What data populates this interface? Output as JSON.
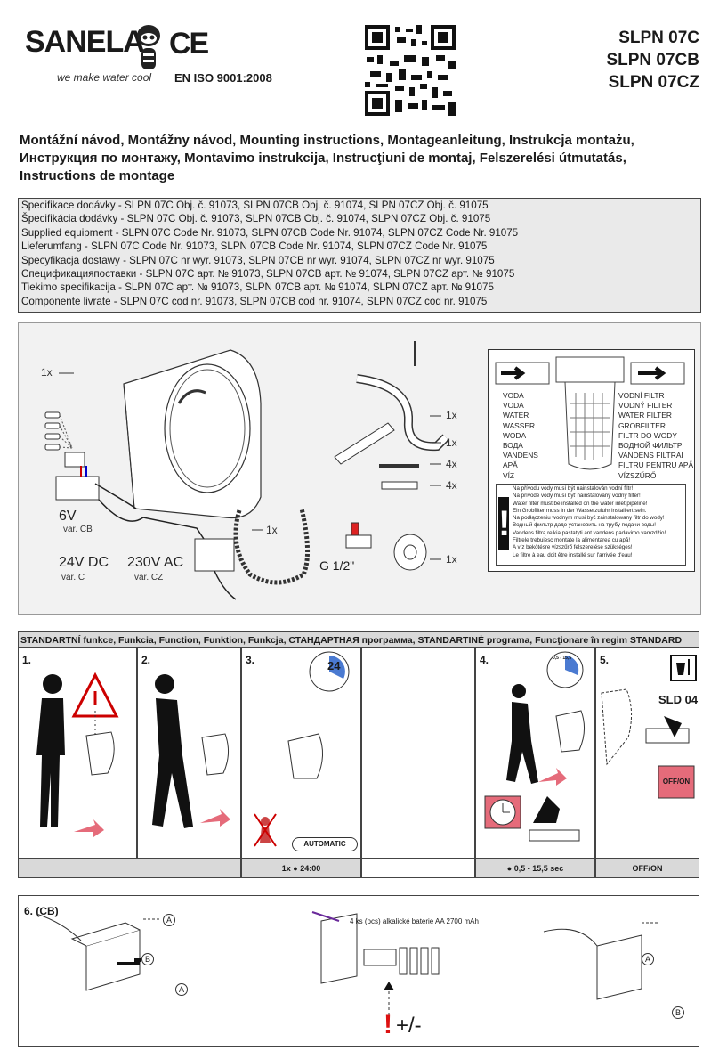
{
  "header": {
    "logo": "SANELA",
    "tagline": "we make water cool",
    "ce_mark": "CE",
    "iso": "EN ISO 9001:2008",
    "models": [
      "SLPN 07C",
      "SLPN 07CB",
      "SLPN 07CZ"
    ]
  },
  "title_lines": [
    "Montážní návod, Montážny návod, Mounting instructions, Montageanleitung, Instrukcja montażu,",
    "Инструкция по монтажу, Montavimo instrukcija, Instrucţiuni de montaj, Felszerelési útmutatás,",
    "Instructions de montage"
  ],
  "spec": [
    {
      "label": "Specifikace dodávky",
      "text": " - SLPN 07C Obj. č. 91073, SLPN 07CB Obj. č. 91074, SLPN 07CZ Obj. č. 91075"
    },
    {
      "label": "Špecifikácia dodávky",
      "text": " - SLPN 07C Obj. č. 91073, SLPN 07CB Obj. č. 91074, SLPN 07CZ Obj. č. 91075"
    },
    {
      "label": "Supplied equipment",
      "text": " - SLPN 07C Code Nr. 91073, SLPN 07CB Code Nr. 91074, SLPN 07CZ Code Nr. 91075"
    },
    {
      "label": "Lieferumfang ",
      "text": " - SLPN 07C Code Nr. 91073, SLPN 07CB Code Nr. 91074, SLPN 07CZ Code Nr. 91075"
    },
    {
      "label": "Specyfikacja dostawy",
      "text": " - SLPN 07C nr wyr. 91073, SLPN 07CB nr wyr. 91074, SLPN 07CZ nr wyr. 91075"
    },
    {
      "label": "Спецификацияпоставки",
      "text": " - SLPN 07C арт. № 91073, SLPN 07CB арт. № 91074, SLPN 07CZ арт. № 91075"
    },
    {
      "label": "Tiekimo specifikacija",
      "text": " - SLPN 07C арт. № 91073, SLPN 07CB арт. № 91074, SLPN 07CZ арт. № 91075"
    },
    {
      "label": "Componente livrate",
      "text": " - SLPN 07C cod nr. 91073, SLPN 07CB cod nr. 91074, SLPN 07CZ cod nr. 91075"
    }
  ],
  "parts": {
    "qty_1x": "1x",
    "qty_4x": "4x",
    "v6": "6V",
    "var_cb": "var. CB",
    "v24": "24V DC",
    "var_c": "var. C",
    "v230": "230V AC",
    "var_cz": "var. CZ",
    "g12": "G 1/2\""
  },
  "filter": {
    "left": [
      "VODA",
      "VODA",
      "WATER",
      "WASSER",
      "WODA",
      "ВОДА",
      "VANDENS",
      "APĂ",
      "VÍZ"
    ],
    "right": [
      "VODNÍ FILTR",
      "VODNÝ FILTER",
      "WATER FILTER",
      "GROBFILTER",
      "FILTR DO WODY",
      "ВОДНОЙ ФИЛЬТР",
      "VANDENS FILTRAI",
      "FILTRU PENTRU APĂ",
      "VÍZSZŰRŐ"
    ],
    "warnings": [
      "Na přívodu vody musí být nainstalován vodní filtr!",
      "Na prívode vody musí byť nainštalovaný vodný filter!",
      "Water filter must be installed on the water inlet pipeline!",
      "Ein Grobfilter muss in der Wasserzufuhr installiert sein.",
      "Na podłączeniu wodnym musi być zainstalowany filtr do wody!",
      "Водный фильтр дадо установить на трубу подачи воды!",
      "Vandens filtrą reikia pastatyti ant vandens padavimo vamzdžio!",
      "Filtrele trebuiesc montate la alimentarea cu apă!",
      "A víz bekötésre vízszűrő felszerelése szükséges!",
      "Le filtre à eau doit être installé sur l'arrivée d'eau!"
    ]
  },
  "standard_header": "STANDARTNÍ funkce, Funkcia, Function, Funktion, Funkcja, СТАНДАРТНАЯ программа, STANDARTINĖ programa, Funcţionare în regim STANDARD",
  "steps": {
    "s1": "1.",
    "s2": "2.",
    "s3": "3.",
    "s4": "4.",
    "s5": "5.",
    "clock24": "24",
    "automatic": "AUTOMATIC",
    "range_small": "0,5 - 15,5",
    "sld": "SLD 04",
    "offon_btn": "OFF/ON"
  },
  "footers": {
    "f3_qty": "1x",
    "f3_time": "24:00",
    "f4": "0,5 - 15,5 sec",
    "f5": "OFF/ON"
  },
  "section6": {
    "title": "6. (CB)",
    "battery": "4 ks (pcs) alkalické baterie AA 2700 mAh",
    "a": "A",
    "b": "B",
    "polarity": "+/-",
    "excl": "!"
  }
}
